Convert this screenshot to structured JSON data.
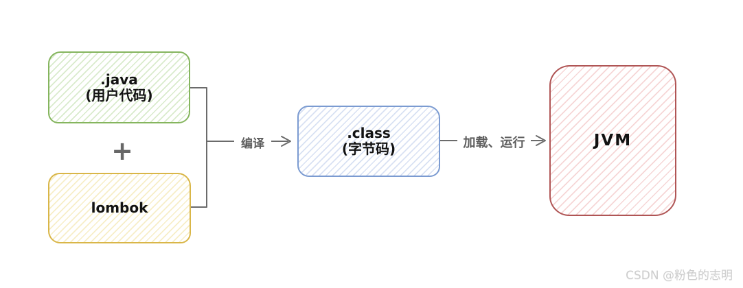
{
  "diagram": {
    "title_hint": "Java + lombok compile-to-JVM flow diagram",
    "nodes": {
      "java": {
        "line1": ".java",
        "line2": "(用户代码)"
      },
      "lombok": {
        "label": "lombok"
      },
      "class": {
        "line1": ".class",
        "line2": "(字节码)"
      },
      "jvm": {
        "label": "JVM"
      }
    },
    "plus_symbol": "+",
    "edges": [
      {
        "from": "java+lombok",
        "to": "class",
        "label": "编译"
      },
      {
        "from": "class",
        "to": "jvm",
        "label": "加载、运行"
      }
    ],
    "colors": {
      "java_border": "#85b55e",
      "java_hatch": "#d9ebcc",
      "lombok_border": "#d9b648",
      "lombok_hatch": "#f7eec7",
      "class_border": "#7b9bd1",
      "class_hatch": "#d8e1f3",
      "jvm_border": "#b05555",
      "jvm_hatch": "#f6d6d6",
      "connector_line": "#6b6b6b",
      "edge_label_text": "#5e5e5e",
      "node_label_text": "#121212",
      "watermark_text": "#cdcdcd"
    }
  },
  "watermark": {
    "text": "CSDN @粉色的志明"
  }
}
